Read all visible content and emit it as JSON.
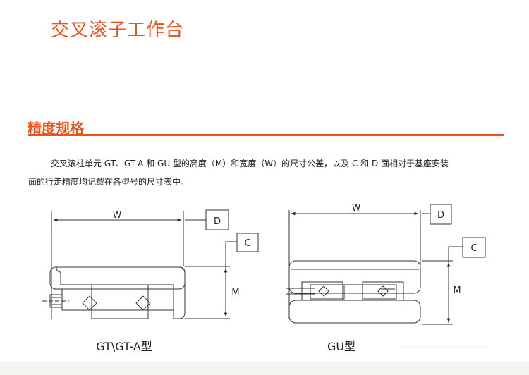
{
  "page": {
    "title": "交叉滚子工作台"
  },
  "section": {
    "heading": "精度规格",
    "paragraph_line1": "交叉滚柱单元 GT、GT-A 和 GU 型的高度（M）和宽度（W）的尺寸公差，以及 C 和 D 面相对于基座安装",
    "paragraph_line2": "面的行走精度均记载在各型号的尺寸表中。"
  },
  "diagrams": {
    "left": {
      "width_label": "W",
      "height_label": "M",
      "surface_d_label": "D",
      "surface_c_label": "C",
      "caption": "GT\\GT-A型"
    },
    "right": {
      "width_label": "W",
      "height_label": "M",
      "surface_d_label": "D",
      "surface_c_label": "C",
      "caption": "GU型"
    }
  },
  "colors": {
    "accent": "#e8561e",
    "footer_band": "#f1f4ef"
  }
}
